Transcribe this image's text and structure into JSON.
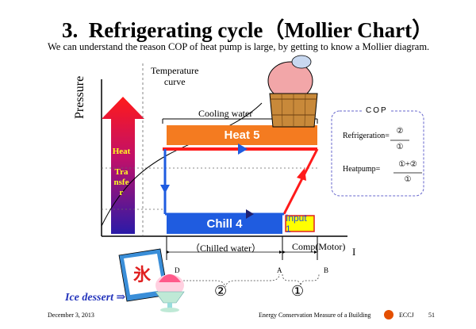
{
  "title": "3.  Refrigerating cycle（Mollier Chart）",
  "subtitle": "We can understand the reason COP of heat pump is large, by getting to know a Mollier diagram.",
  "y_axis_label": "Pressure",
  "temperature_curve_label": [
    "Temperature",
    "curve"
  ],
  "cooling_water_label": "Cooling  water",
  "heat_box_label": "Heat 5",
  "chill_box_label": "Chill 4",
  "input_box_label": "Input 1",
  "heat_transfer_lines": [
    "Heat",
    "",
    "Tra",
    "nsfe",
    "r"
  ],
  "cop": {
    "title": "COP",
    "refrigeration_label": "Refrigeration=",
    "refrigeration_num": "②",
    "refrigeration_den": "①",
    "heatpump_label": "Heatpump=",
    "heatpump_num": "①+②",
    "heatpump_den": "①"
  },
  "chilled_water_label": "（Chilled water）",
  "comp_motor_label": "Comp(Motor)",
  "x_axis_letter": "I",
  "point_labels": {
    "D": "D",
    "A": "A",
    "B": "B"
  },
  "segment_labels": {
    "two": "②",
    "one": "①"
  },
  "ice_dessert_label": "Ice dessert",
  "ice_dessert_arrow": "⇒",
  "footer": {
    "date": "December 3, 2013",
    "title": "Energy Conservation Measure of a Building",
    "org": "ECCJ",
    "page": "51"
  },
  "colors": {
    "heat_box": "#f47b20",
    "chill_box": "#1f5ce0",
    "input_box": "#ffff00",
    "cycle_red": "#ff1a1a",
    "cycle_blue": "#1f5ce0",
    "arrow_top": "#ff1a1a",
    "arrow_bottom": "#2a1aa8"
  },
  "icons": [
    "bathing-man-icon",
    "ice-flag-icon",
    "shaved-ice-icon",
    "eccj-logo-icon"
  ]
}
